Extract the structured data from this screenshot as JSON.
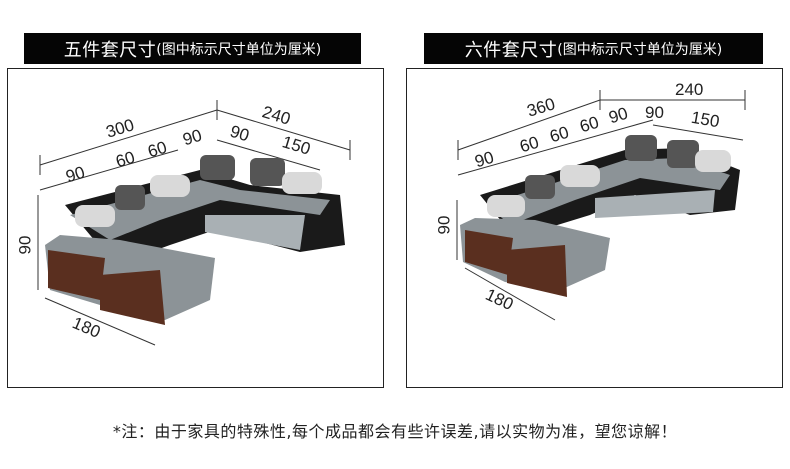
{
  "panels": [
    {
      "title": "五件套尺寸",
      "subtitle": "(图中标示尺寸单位为厘米)",
      "dims": {
        "total_left": "300",
        "total_right": "240",
        "seg_a": "90",
        "seg_b": "60",
        "seg_c": "60",
        "seg_d": "90",
        "corner": "90",
        "right_seg": "150",
        "height": "90",
        "chaise": "180"
      }
    },
    {
      "title": "六件套尺寸",
      "subtitle": "(图中标示尺寸单位为厘米)",
      "dims": {
        "total_left": "360",
        "total_right": "240",
        "seg_a": "90",
        "seg_b": "60",
        "seg_c": "60",
        "seg_d": "60",
        "seg_e": "90",
        "corner": "90",
        "right_seg": "150",
        "height": "90",
        "chaise": "180"
      }
    }
  ],
  "footnote": "*注：由于家具的特殊性,每个成品都会有些许误差,请以实物为准，望您谅解！",
  "colors": {
    "title_bg": "#050505",
    "fabric": "#8c9397",
    "fabric_light": "#a9b0b4",
    "leather": "#1a1a1a",
    "wood": "#5a2f1f",
    "stripe": "#d9d9d9"
  }
}
